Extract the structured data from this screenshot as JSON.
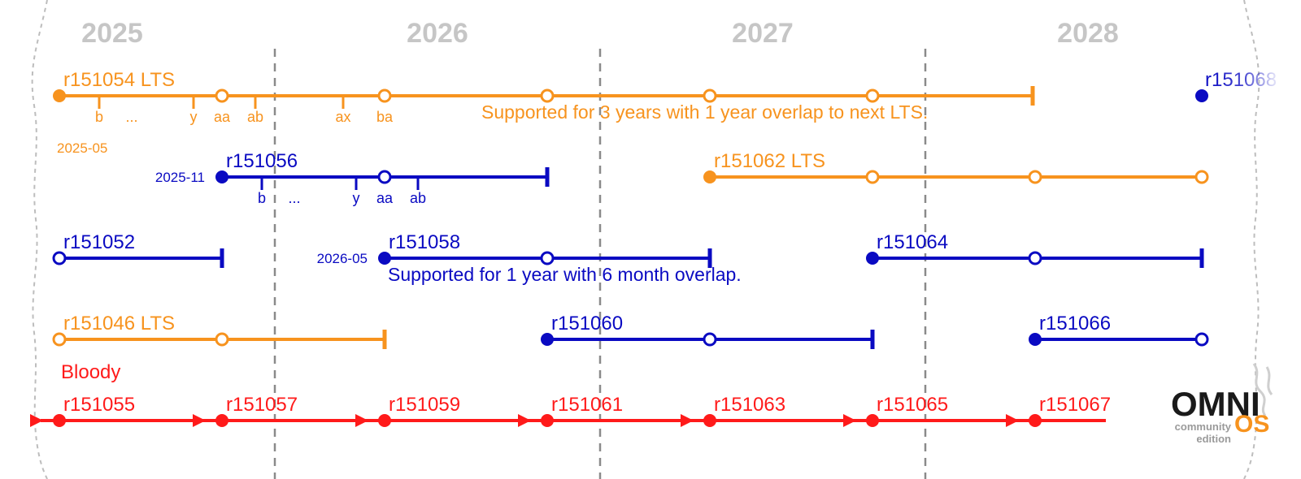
{
  "colors": {
    "orange": "#f7931e",
    "blue": "#0a0ac2",
    "red": "#ff1a1a",
    "grey": "#9a9a9a",
    "year": "#c6c6c6"
  },
  "years": [
    "2025",
    "2026",
    "2027",
    "2028"
  ],
  "lts_releases": [
    {
      "name": "r151054 LTS",
      "date": "2025-05",
      "note": "Supported for 3 years with 1 year overlap to next LTS.",
      "tick_labels": [
        "b",
        "...",
        "y",
        "aa",
        "ab",
        "ax",
        "ba"
      ]
    },
    {
      "name": "r151062 LTS"
    },
    {
      "name": "r151046 LTS"
    },
    {
      "name": "r151068"
    }
  ],
  "stable_releases": [
    {
      "name": "r151056",
      "date": "2025-11",
      "tick_labels": [
        "b",
        "...",
        "y",
        "aa",
        "ab"
      ]
    },
    {
      "name": "r151052"
    },
    {
      "name": "r151058",
      "date": "2026-05",
      "note": "Supported for 1 year with 6 month overlap."
    },
    {
      "name": "r151064"
    },
    {
      "name": "r151060"
    },
    {
      "name": "r151066"
    }
  ],
  "bloody": {
    "label": "Bloody",
    "releases": [
      "r151055",
      "r151057",
      "r151059",
      "r151061",
      "r151063",
      "r151065",
      "r151067"
    ]
  },
  "logo": {
    "word1": "OMNI",
    "word2": "OS",
    "line1": "community",
    "line2": "edition"
  }
}
